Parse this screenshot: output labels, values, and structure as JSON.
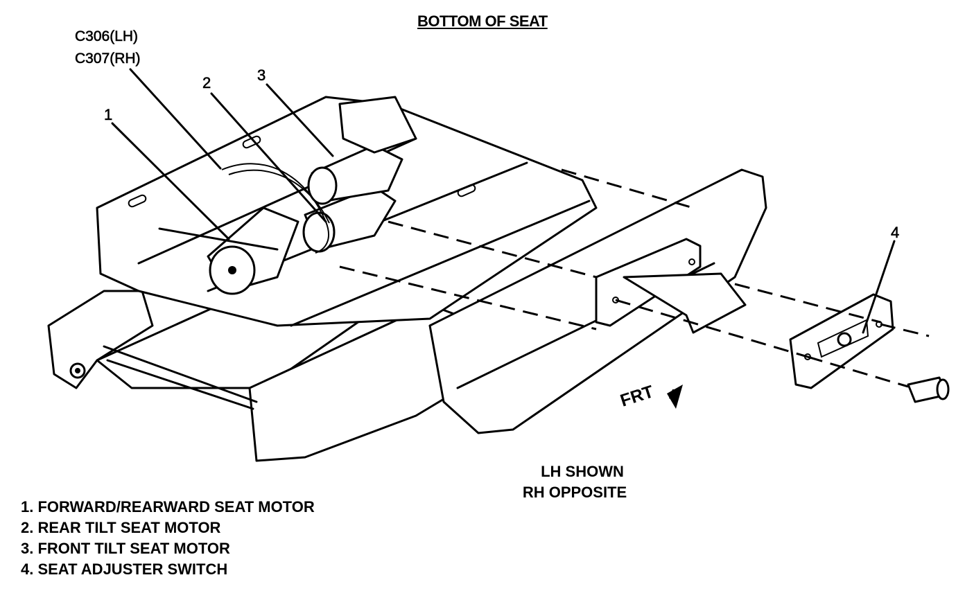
{
  "title": "BOTTOM OF SEAT",
  "connector": {
    "lh": "C306(LH)",
    "rh": "C307(RH)"
  },
  "callouts": {
    "c1": "1",
    "c2": "2",
    "c3": "3",
    "c4": "4"
  },
  "direction_label": "FRT",
  "note": {
    "line1": "LH SHOWN",
    "line2": "RH OPPOSITE"
  },
  "legend": [
    "1. FORWARD/REARWARD SEAT MOTOR",
    "2. REAR TILT SEAT MOTOR",
    "3. FRONT TILT SEAT MOTOR",
    "4. SEAT ADJUSTER SWITCH"
  ]
}
